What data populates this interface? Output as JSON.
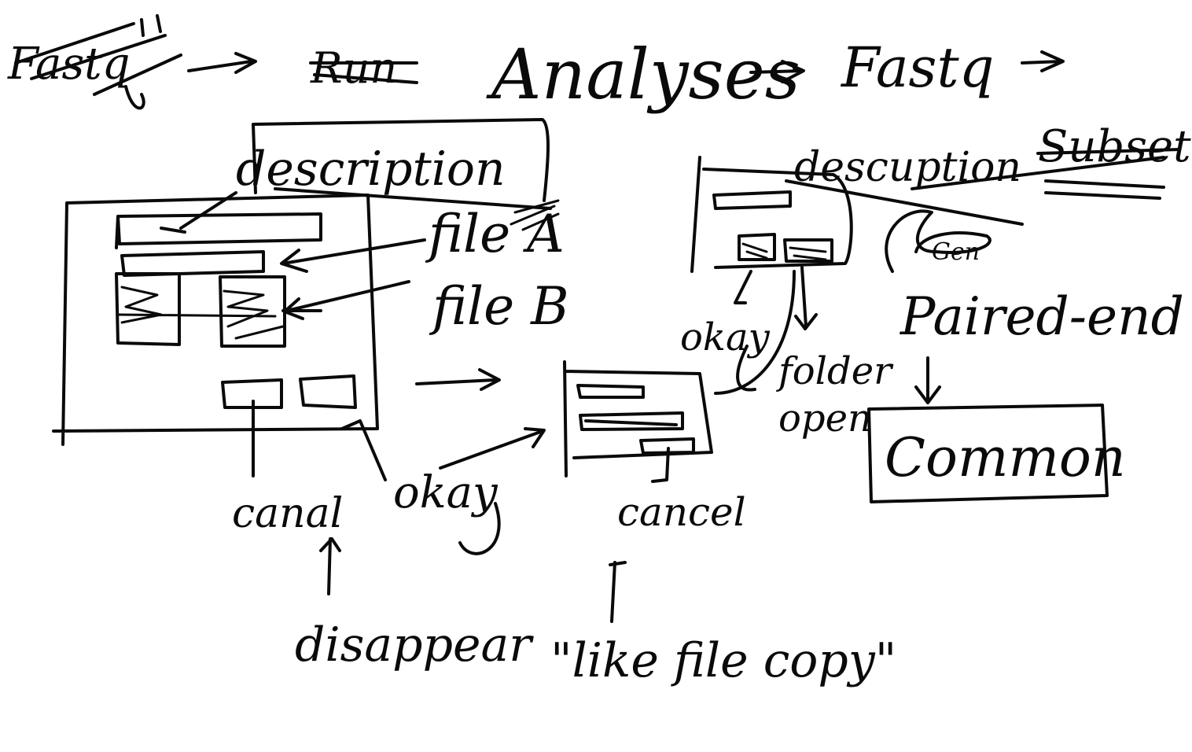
{
  "heading": {
    "crossed_out_1": "Fastq",
    "crossed_out_2": "Run",
    "title": "Analyses",
    "fastq": "Fastq",
    "subset": "Subset"
  },
  "left_dialog": {
    "label_description": "description",
    "label_file_a": "file A",
    "label_file_b": "file B",
    "label_cancel": "canal",
    "label_okay": "okay"
  },
  "middle_dialog": {
    "label_cancel": "cancel"
  },
  "right_dialog": {
    "label_description": "descuption",
    "label_scissors_word": "Gen",
    "label_okay": "okay",
    "label_folder": "folder",
    "label_open": "open"
  },
  "paired": {
    "label": "Paired-end",
    "box_label": "Common"
  },
  "footer": {
    "disappear": "disappear",
    "like_file_copy": "\"like file copy\""
  }
}
